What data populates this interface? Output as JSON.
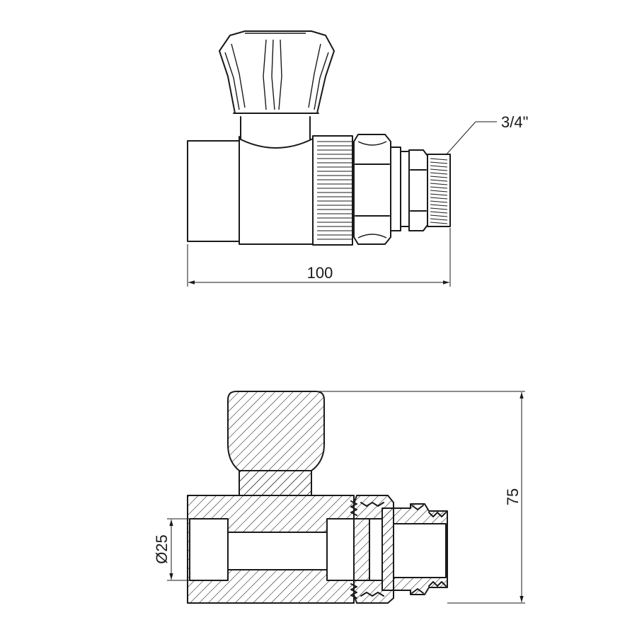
{
  "drawing": {
    "title": "",
    "dimensions": {
      "length": "100",
      "height": "75",
      "bore": "Ø25",
      "thread": "3/4\""
    }
  }
}
